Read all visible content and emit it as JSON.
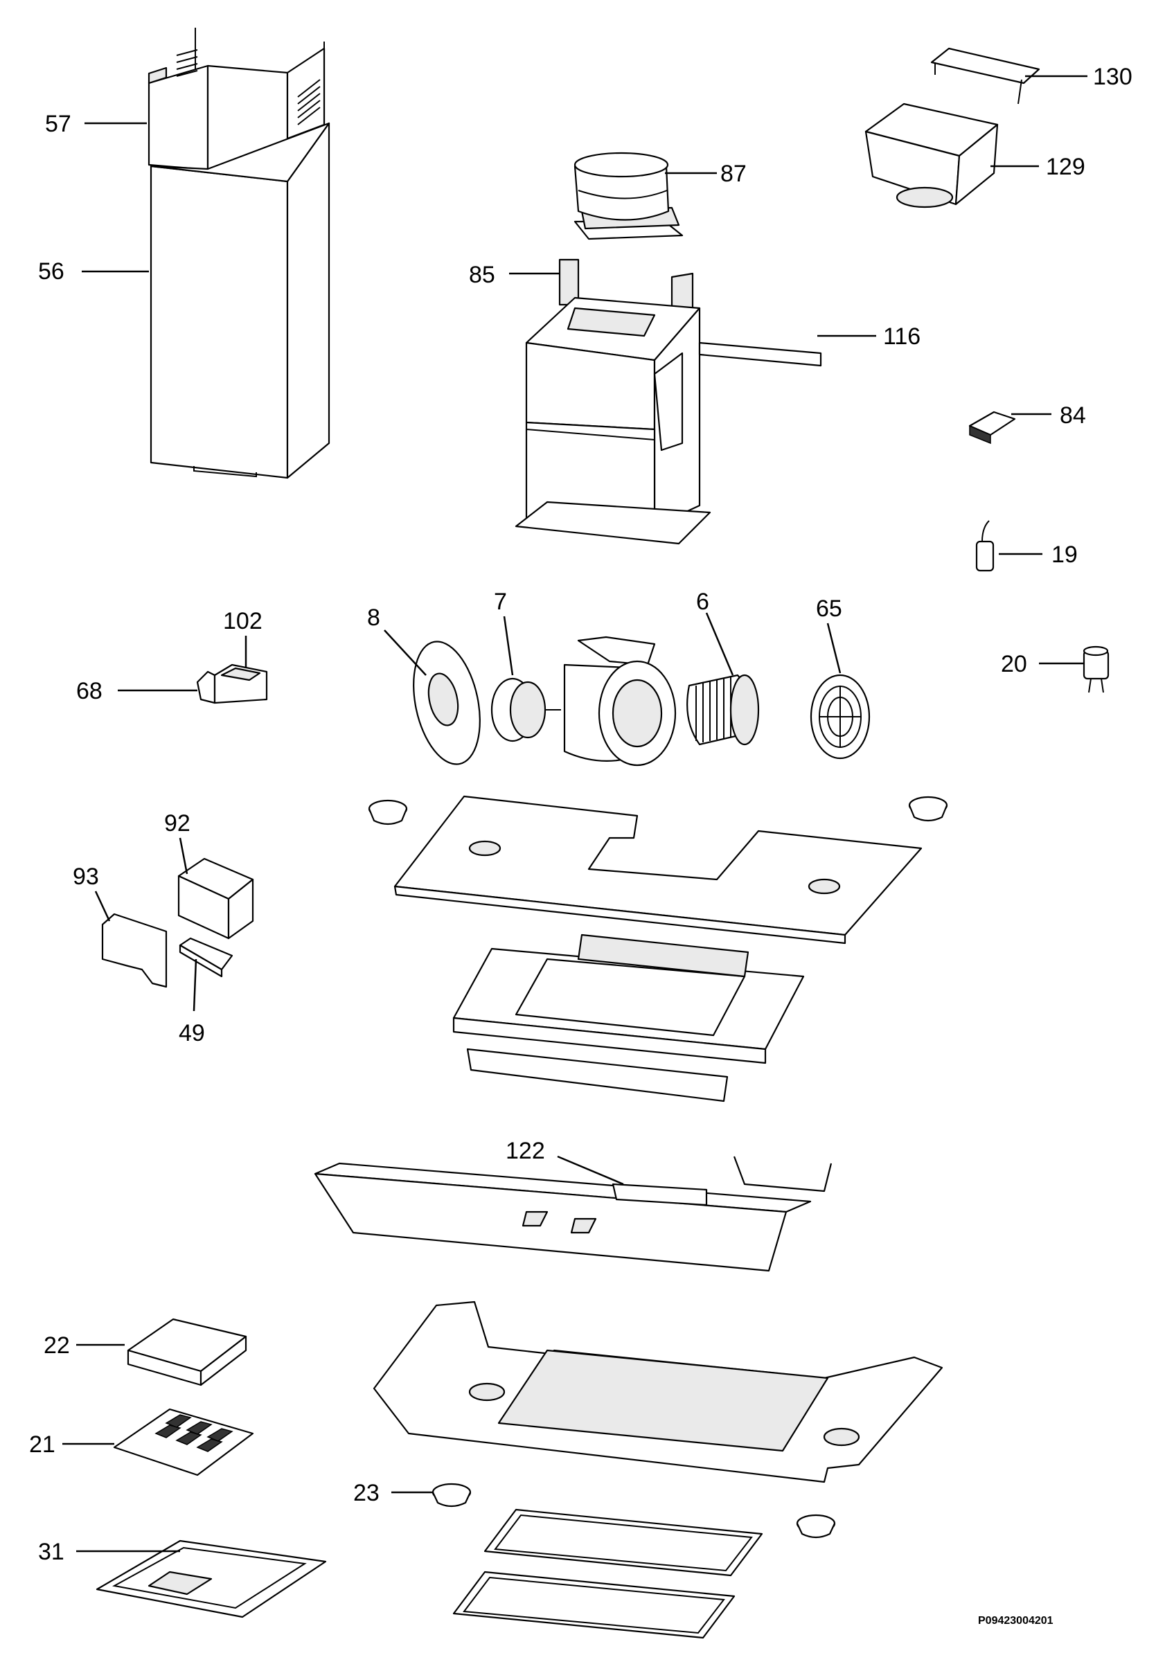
{
  "diagram": {
    "drawing_code": "P09423004201",
    "callouts": [
      {
        "id": "57",
        "label": "57"
      },
      {
        "id": "56",
        "label": "56"
      },
      {
        "id": "87",
        "label": "87"
      },
      {
        "id": "85",
        "label": "85"
      },
      {
        "id": "116",
        "label": "116"
      },
      {
        "id": "130",
        "label": "130"
      },
      {
        "id": "129",
        "label": "129"
      },
      {
        "id": "84",
        "label": "84"
      },
      {
        "id": "19",
        "label": "19"
      },
      {
        "id": "20",
        "label": "20"
      },
      {
        "id": "102",
        "label": "102"
      },
      {
        "id": "68",
        "label": "68"
      },
      {
        "id": "8",
        "label": "8"
      },
      {
        "id": "7",
        "label": "7"
      },
      {
        "id": "6",
        "label": "6"
      },
      {
        "id": "65",
        "label": "65"
      },
      {
        "id": "92",
        "label": "92"
      },
      {
        "id": "93",
        "label": "93"
      },
      {
        "id": "49",
        "label": "49"
      },
      {
        "id": "122",
        "label": "122"
      },
      {
        "id": "22",
        "label": "22"
      },
      {
        "id": "21",
        "label": "21"
      },
      {
        "id": "31",
        "label": "31"
      },
      {
        "id": "23",
        "label": "23"
      }
    ]
  }
}
